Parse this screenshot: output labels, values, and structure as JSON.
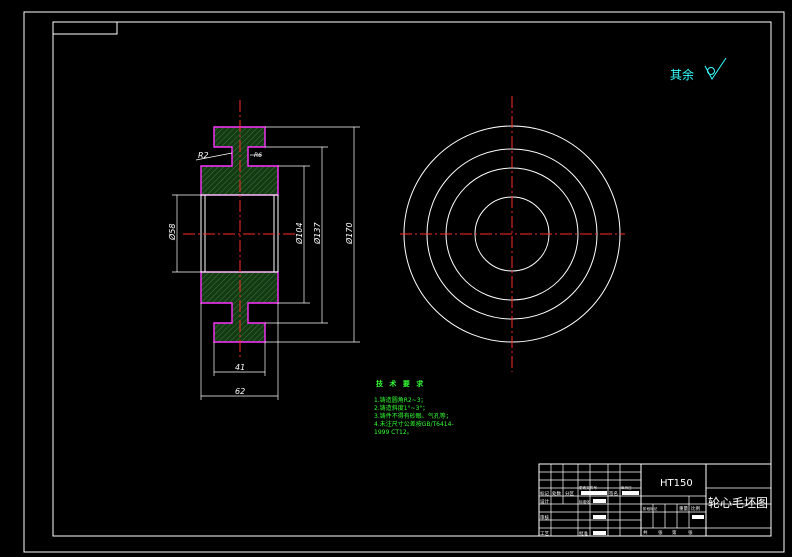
{
  "drawing": {
    "title": "轮心毛坯图",
    "material": "HT150",
    "surface_note": "其余",
    "tech_req_title": "技 术 要 求",
    "tech_req_lines": [
      "1.铸造圆角R2~3；",
      "2.铸造斜度1°~3°；",
      "3.铸件不得有砂眼、气孔等；",
      "4.未注尺寸公差按GB/T6414-",
      "1999 CT12。"
    ],
    "dimensions": {
      "r2": "R2",
      "r6": "R6",
      "d58": "Ø58",
      "d104": "Ø104",
      "d137": "Ø137",
      "d170": "Ø170",
      "w41": "41",
      "w62": "62"
    }
  },
  "title_block": {
    "small_labels": [
      "标记",
      "处数",
      "分区",
      "更改文件号",
      "签名",
      "年月日",
      "设计",
      "标准化",
      "审核",
      "工艺",
      "批准",
      "阶段标记",
      "重量",
      "比例",
      "共",
      "张",
      "第",
      "张"
    ]
  },
  "colors": {
    "background": "#000000",
    "lines": "#ffffff",
    "center_lines": "#ff2a2a",
    "outline": "#ff33ff",
    "hatch": "#1f4d1f",
    "notes": "#33ff33",
    "surface": "#33ffff"
  }
}
